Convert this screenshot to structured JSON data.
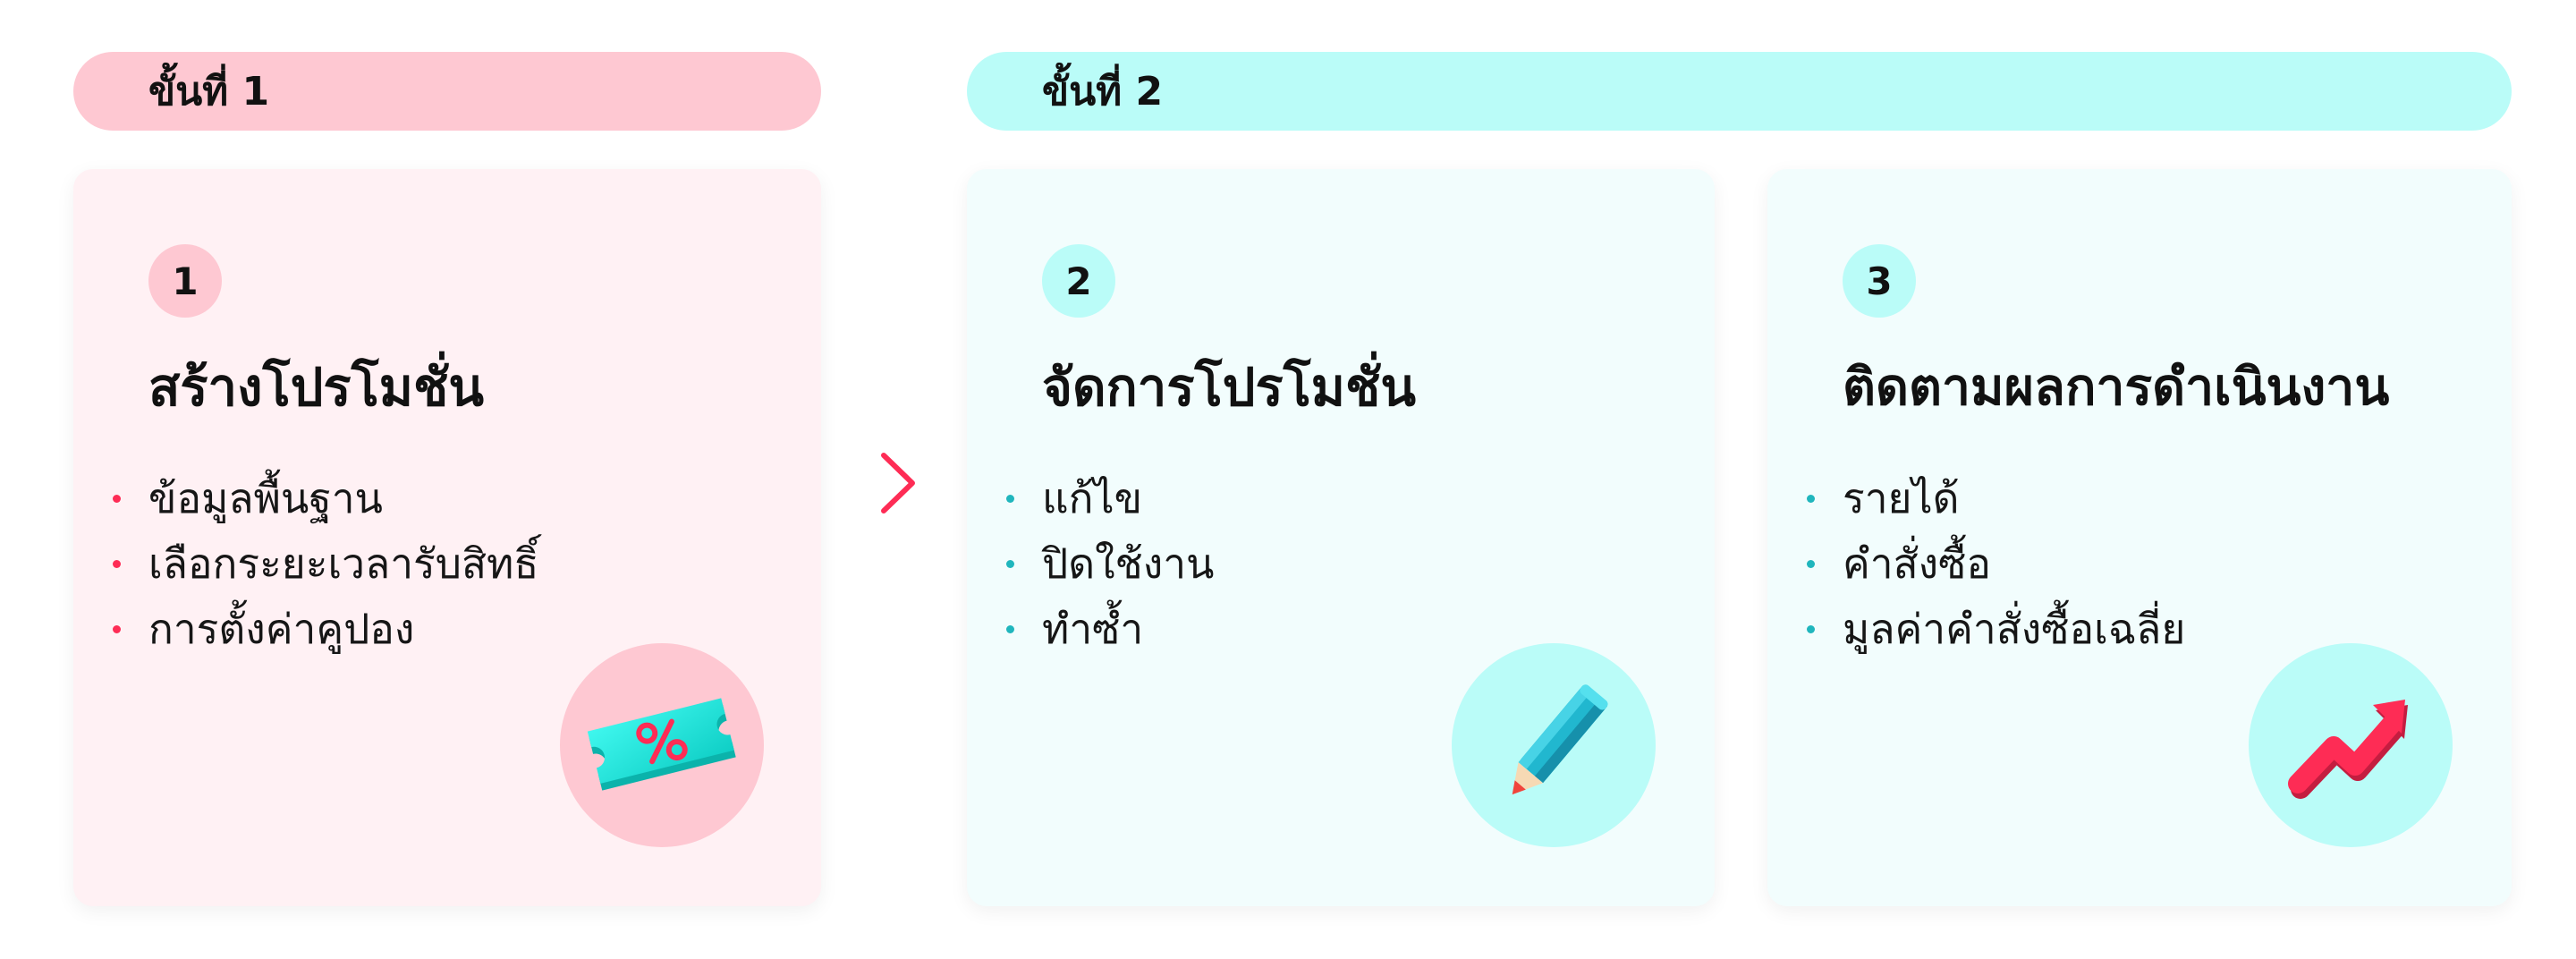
{
  "stages": [
    {
      "label": "ขั้นที่ 1",
      "color": "#fec8d2"
    },
    {
      "label": "ขั้นที่ 2",
      "color": "#bafcf8"
    }
  ],
  "cards": [
    {
      "number": "1",
      "title": "สร้างโปรโมชั่น",
      "items": [
        "ข้อมูลพื้นฐาน",
        "เลือกระยะเวลารับสิทธิ์",
        "การตั้งค่าคูปอง"
      ],
      "icon": "coupon-percent-icon",
      "accent": "#fe2c55"
    },
    {
      "number": "2",
      "title": "จัดการโปรโมชั่น",
      "items": [
        "แก้ไข",
        "ปิดใช้งาน",
        "ทำซ้ำ"
      ],
      "icon": "pencil-icon",
      "accent": "#20b6bd"
    },
    {
      "number": "3",
      "title": "ติดตามผลการดำเนินงาน",
      "items": [
        "รายได้",
        "คำสั่งซื้อ",
        "มูลค่าคำสั่งซื้อเฉลี่ย"
      ],
      "icon": "trend-up-arrow-icon",
      "accent": "#20b6bd"
    }
  ],
  "arrow_icon": "chevron-right-icon"
}
